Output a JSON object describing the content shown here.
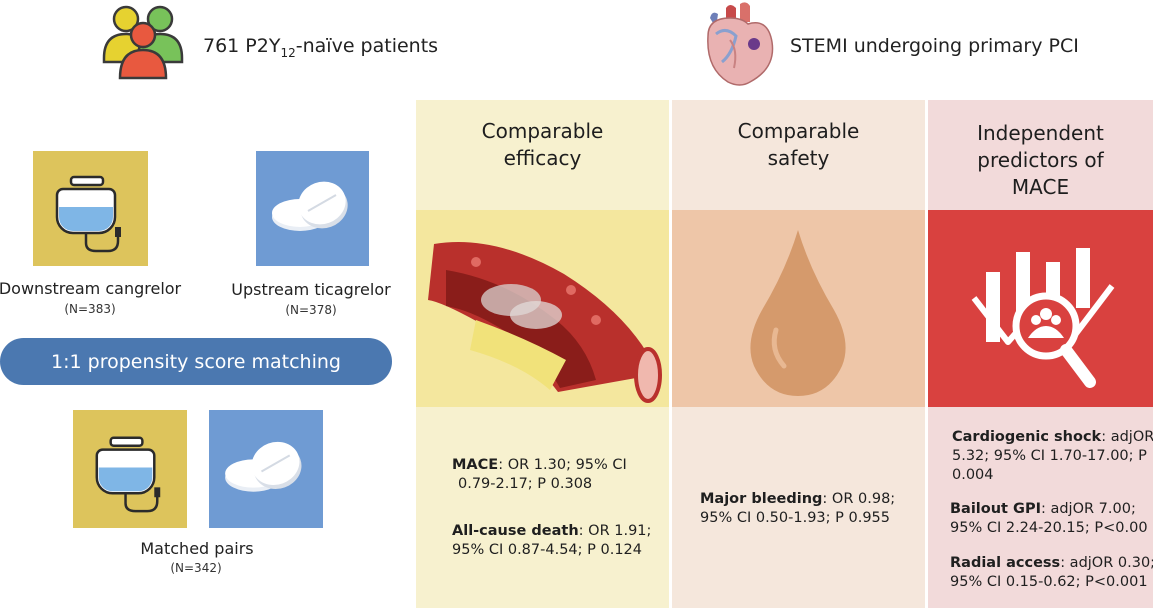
{
  "header": {
    "patients_prefix": "761 P2Y",
    "patients_sub": "12",
    "patients_suffix": "-naïve patients",
    "population": "STEMI undergoing primary PCI",
    "people_icon": "people-group-icon",
    "heart_icon": "heart-icon"
  },
  "arms": {
    "cangrelor": {
      "label": "Downstream cangrelor",
      "n": "(N=383)",
      "icon": "iv-bag-icon"
    },
    "ticagrelor": {
      "label": "Upstream ticagrelor",
      "n": "(N=378)",
      "icon": "pill-tablets-icon"
    }
  },
  "matching": {
    "label": "1:1 propensity score matching"
  },
  "matched": {
    "label": "Matched pairs",
    "n": "(N=342)"
  },
  "columns": {
    "efficacy": {
      "title_line1": "Comparable",
      "title_line2": "efficacy",
      "icon": "blood-vessel-icon",
      "mace_label": "MACE",
      "mace_text": ": OR 1.30; 95% CI",
      "mace_text2": "0.79-2.17; P 0.308",
      "death_label": "All-cause death",
      "death_text": ": OR 1.91;",
      "death_text2": "95% CI 0.87-4.54; P 0.124",
      "bg_top": "#f7f1cf",
      "bg_img": "#f4e79e",
      "bg_bottom": "#f9f4dd"
    },
    "safety": {
      "title_line1": "Comparable",
      "title_line2": "safety",
      "icon": "blood-drop-icon",
      "bleed_label": "Major bleeding",
      "bleed_text": ": OR 0.98;",
      "bleed_text2": "95% CI 0.50-1.93; P 0.955",
      "bg_top": "#f5e7dc",
      "bg_img": "#eec6a8",
      "bg_bottom": "#f8ede5"
    },
    "predictors": {
      "title_line1": "Independent",
      "title_line2": "predictors of",
      "title_line3": "MACE",
      "icon": "bar-chart-magnifier-icon",
      "shock_label": "Cardiogenic shock",
      "shock_text": ": adjOR",
      "shock_text2": "5.32; 95% CI 1.70-17.00; P",
      "shock_text3": "0.004",
      "gpi_label": "Bailout GPI",
      "gpi_text": ": adjOR 7.00;",
      "gpi_text2": "95% CI 2.24-20.15; P<0.00",
      "radial_label": "Radial access",
      "radial_text": ": adjOR 0.30;",
      "radial_text2": "95% CI 0.15-0.62; P<0.001",
      "bg_top": "#f2dada",
      "bg_img": "#d9413f",
      "bg_bottom": "#f6e4e4"
    }
  },
  "colors": {
    "cangrelor_tile": "#ddc45c",
    "ticagrelor_tile": "#6f9bd3",
    "matching_pill": "#4b78b0"
  }
}
